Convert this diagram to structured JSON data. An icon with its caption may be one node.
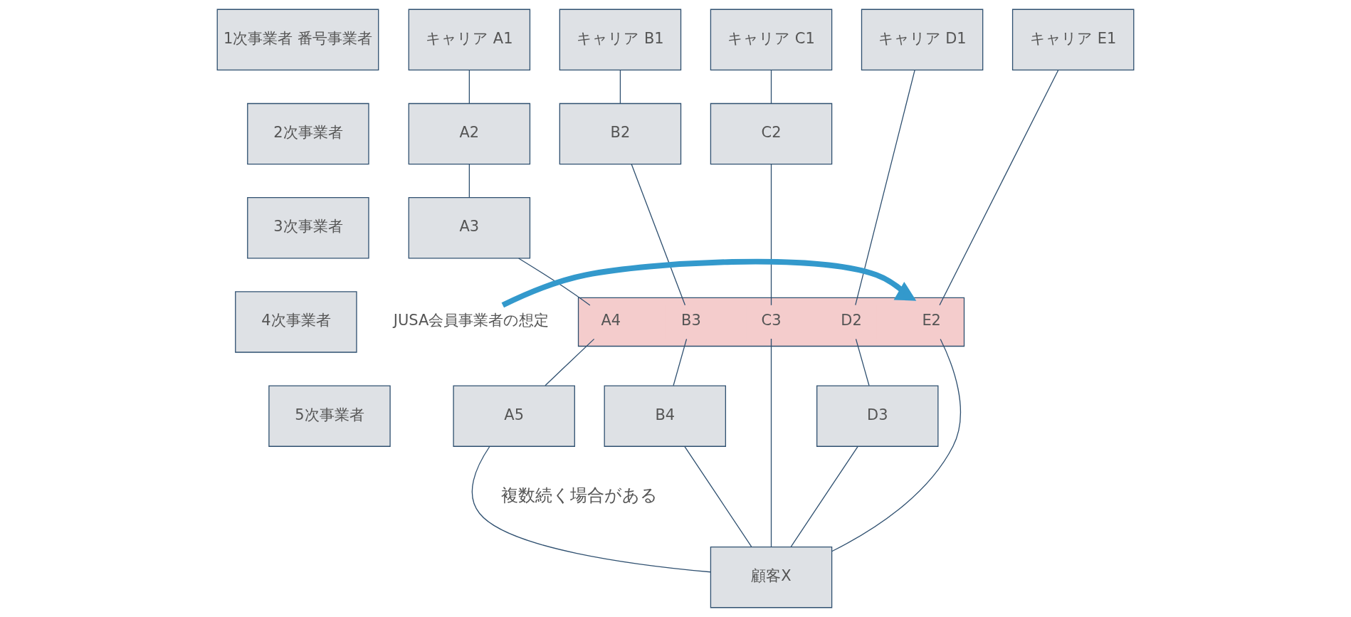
{
  "diagram": {
    "nodes": [
      {
        "text": [
          "1次事業者 番号事業者"
        ]
      },
      {
        "text": [
          "2次事業者"
        ]
      },
      {
        "text": [
          "3次事業者"
        ]
      },
      {
        "text": [
          "4次事業者"
        ]
      },
      {
        "text": [
          "5次事業者"
        ]
      },
      {
        "text": [
          "キャリア A1"
        ]
      },
      {
        "text": [
          "キャリア B1"
        ]
      },
      {
        "text": [
          "キャリア C1"
        ]
      },
      {
        "text": [
          "キャリア D1"
        ]
      },
      {
        "text": [
          "キャリア E1"
        ]
      },
      {
        "text": [
          "A2"
        ]
      },
      {
        "text": [
          "B2"
        ]
      },
      {
        "text": [
          "C2"
        ]
      },
      {
        "text": [
          "A3"
        ]
      },
      {
        "text": [],
        "shape": "bar"
      },
      {
        "text": [
          "A4"
        ],
        "in": 14
      },
      {
        "text": [
          "B3"
        ],
        "in": 14
      },
      {
        "text": [
          "C3"
        ],
        "in": 14
      },
      {
        "text": [
          "D2"
        ],
        "in": 14
      },
      {
        "text": [
          "E2"
        ],
        "in": 14
      },
      {
        "text": [
          "A5"
        ]
      },
      {
        "text": [
          "B4"
        ]
      },
      {
        "text": [
          "D3"
        ]
      },
      {
        "text": [
          "顧客X"
        ]
      },
      {
        "text": [
          "JUSA会員事業者の想定"
        ]
      }
    ],
    "edges": [
      {
        "from": 5,
        "to": 10,
        "arrow": "none"
      },
      {
        "from": 10,
        "to": 13,
        "arrow": "none"
      },
      {
        "from": 13,
        "to": 15,
        "arrow": "none"
      },
      {
        "from": 15,
        "to": 20,
        "arrow": "none"
      },
      {
        "from": 20,
        "to": 23,
        "arrow": "none"
      },
      {
        "from": 6,
        "to": 11,
        "arrow": "none"
      },
      {
        "from": 11,
        "to": 16,
        "arrow": "none"
      },
      {
        "from": 16,
        "to": 21,
        "arrow": "none"
      },
      {
        "from": 21,
        "to": 23,
        "arrow": "none"
      },
      {
        "from": 7,
        "to": 12,
        "arrow": "none"
      },
      {
        "from": 12,
        "to": 17,
        "arrow": "none"
      },
      {
        "from": 17,
        "to": 23,
        "arrow": "none"
      },
      {
        "from": 8,
        "to": 18,
        "arrow": "none"
      },
      {
        "from": 18,
        "to": 22,
        "arrow": "none"
      },
      {
        "from": 22,
        "to": 23,
        "arrow": "none"
      },
      {
        "from": 9,
        "to": 19,
        "arrow": "none"
      },
      {
        "from": 19,
        "to": 23,
        "arrow": "none"
      },
      {
        "from": 24,
        "to": 19,
        "arrow": "to",
        "style": "thick",
        "color": "#3399cc"
      }
    ],
    "labels": [
      "複数続く場合がある"
    ]
  }
}
